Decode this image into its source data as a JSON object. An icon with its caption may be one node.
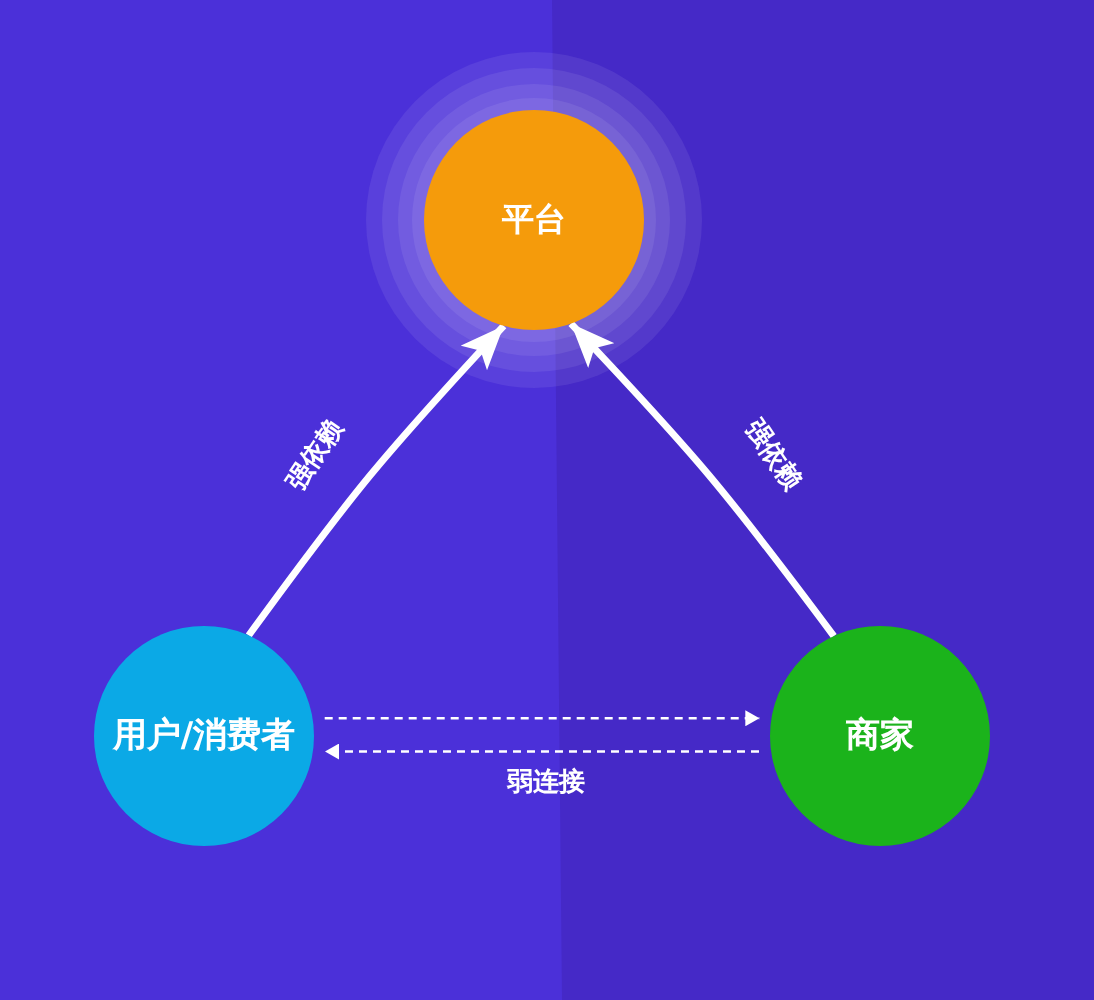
{
  "diagram": {
    "nodes": [
      {
        "text": [
          "平台"
        ]
      },
      {
        "text": [
          "用户/消费者"
        ]
      },
      {
        "text": [
          "商家"
        ]
      }
    ],
    "edges": [
      {
        "from": 1,
        "to": 0,
        "arrow": "to",
        "label": "强依赖",
        "style": "thick"
      },
      {
        "from": 2,
        "to": 0,
        "arrow": "to",
        "label": "强依赖",
        "style": "thick"
      },
      {
        "from": 1,
        "to": 2,
        "arrow": "to",
        "style": "dashed"
      },
      {
        "from": 2,
        "to": 1,
        "arrow": "to",
        "style": "dashed",
        "label": "弱连接"
      }
    ]
  }
}
